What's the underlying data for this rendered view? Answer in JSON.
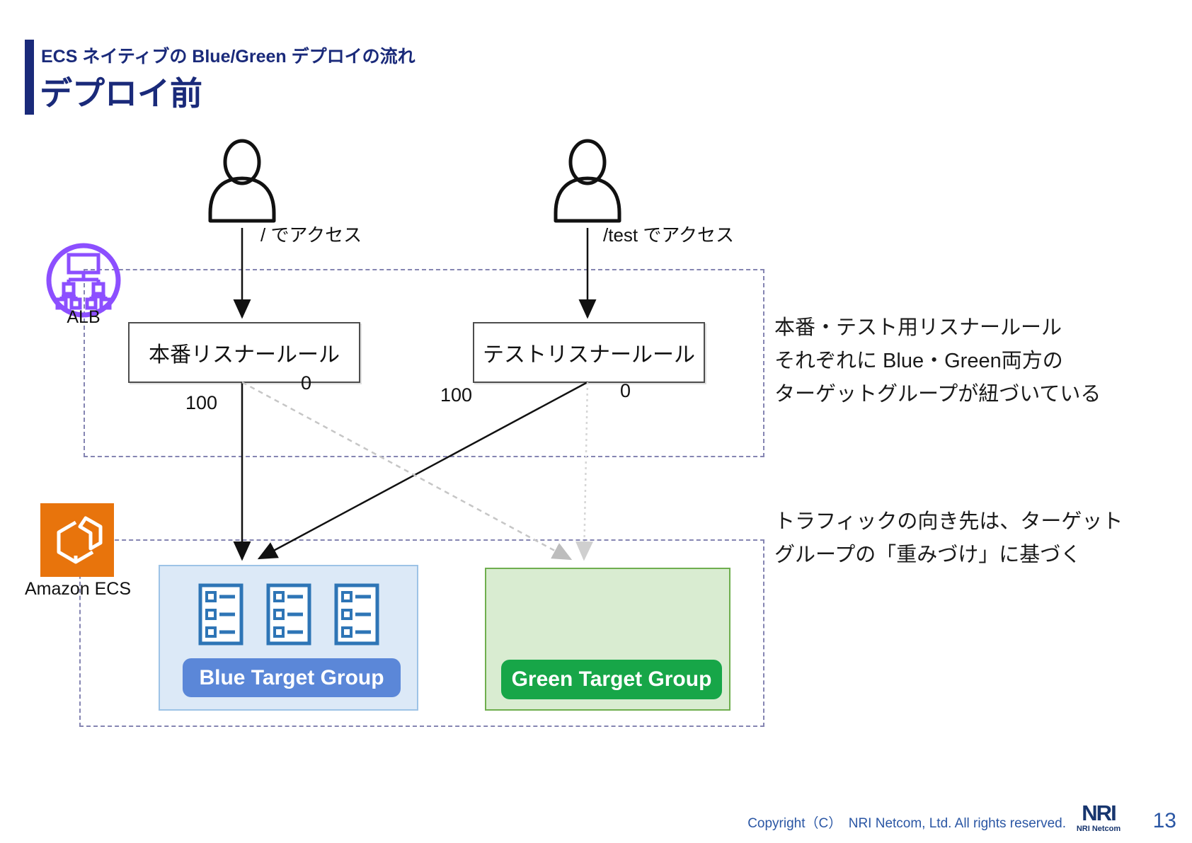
{
  "slide": {
    "header": {
      "subtitle": "ECS ネイティブの Blue/Green デプロイの流れ",
      "title": "デプロイ前"
    },
    "diagram": {
      "user_prod_access": "/ でアクセス",
      "user_test_access": "/test でアクセス",
      "alb_label": "ALB",
      "ecs_label": "Amazon ECS",
      "prod_listener": "本番リスナールール",
      "test_listener": "テストリスナールール",
      "weights": {
        "prod_to_blue": "100",
        "prod_to_green": "0",
        "test_to_blue": "100",
        "test_to_green": "0"
      },
      "blue_group": "Blue Target Group",
      "green_group": "Green Target Group",
      "blue_task_count": 3
    },
    "annotations": {
      "listener_note": [
        "本番・テスト用リスナールール",
        "それぞれに Blue・Green両方の",
        "ターゲットグループが紐づいている"
      ],
      "traffic_note": [
        "トラフィックの向き先は、ターゲット",
        "グループの「重みづけ」に基づく"
      ]
    },
    "footer": {
      "copyright": "Copyright（C）　NRI Netcom, Ltd. All rights reserved.",
      "logo_main": "NRI",
      "logo_sub": "NRI Netcom",
      "page": "13"
    },
    "colors": {
      "accent_navy": "#1a2a7a",
      "alb_purple": "#8C4FFF",
      "ecs_orange": "#E8740C",
      "blue_group_fill": "#dce9f7",
      "blue_label_bg": "#5b87d8",
      "green_group_fill": "#d9ecd1",
      "green_label_bg": "#17a648",
      "footer_blue": "#2a56a4"
    }
  }
}
